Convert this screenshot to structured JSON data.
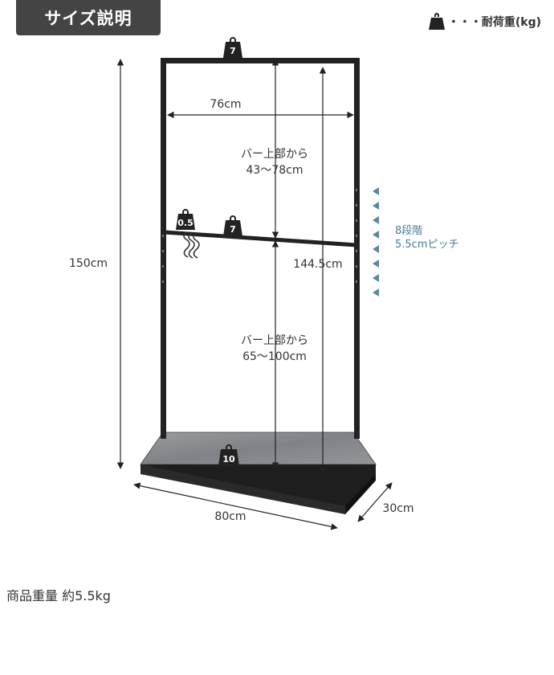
{
  "header": {
    "title": "サイズ説明"
  },
  "legend": {
    "icon": "weight-icon",
    "text": "・・・耐荷重(kg)"
  },
  "weights": {
    "top_bar": "7",
    "middle_bar": "7",
    "hook": "0.5",
    "base": "10"
  },
  "dimensions": {
    "inner_width": "76cm",
    "total_height": "150cm",
    "inner_height": "144.5cm",
    "base_width": "80cm",
    "depth": "30cm",
    "upper_range_line1": "バー上部から",
    "upper_range_line2": "43〜78cm",
    "lower_range_line1": "バー上部から",
    "lower_range_line2": "65〜100cm"
  },
  "adjust": {
    "steps": "8段階",
    "pitch": "5.5cmピッチ",
    "arrow_color": "#5b87a1"
  },
  "product": {
    "weight_text": "商品重量 約5.5kg"
  },
  "colors": {
    "frame": "#222222",
    "base": "#8a8d90",
    "badge": "#444444",
    "accent": "#4a7a95"
  }
}
